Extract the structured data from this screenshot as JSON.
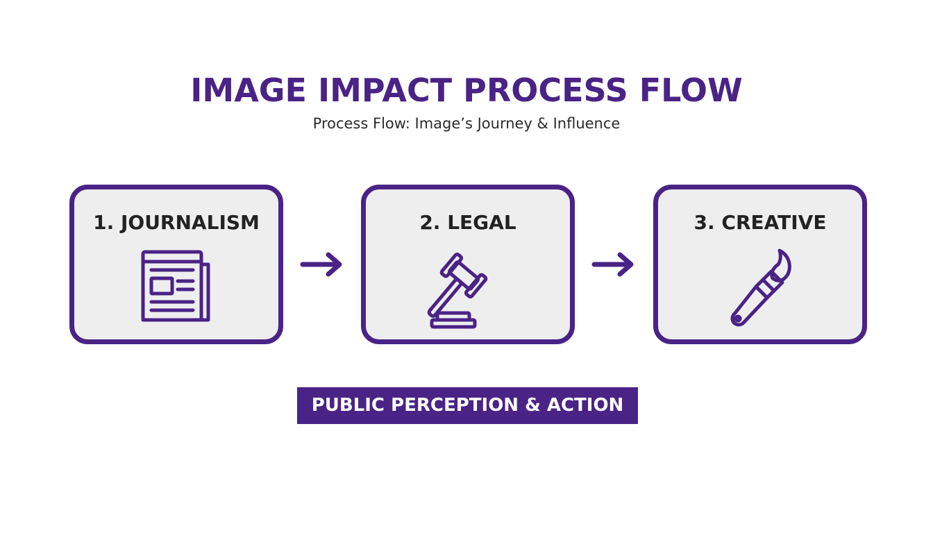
{
  "diagram": {
    "title": "IMAGE IMPACT PROCESS FLOW",
    "subtitle": "Process Flow: Image’s Journey & Influence",
    "steps": [
      {
        "label": "1. JOURNALISM",
        "icon": "newspaper-icon"
      },
      {
        "label": "2. LEGAL",
        "icon": "gavel-icon"
      },
      {
        "label": "3. CREATIVE",
        "icon": "paintbrush-icon"
      }
    ],
    "connectors": [
      "arrow-right-icon",
      "arrow-right-icon"
    ],
    "outcome": "PUBLIC PERCEPTION & ACTION"
  },
  "colors": {
    "accent": "#4a2386",
    "card_fill": "#eeeeef",
    "text": "#222222",
    "background": "#ffffff"
  }
}
